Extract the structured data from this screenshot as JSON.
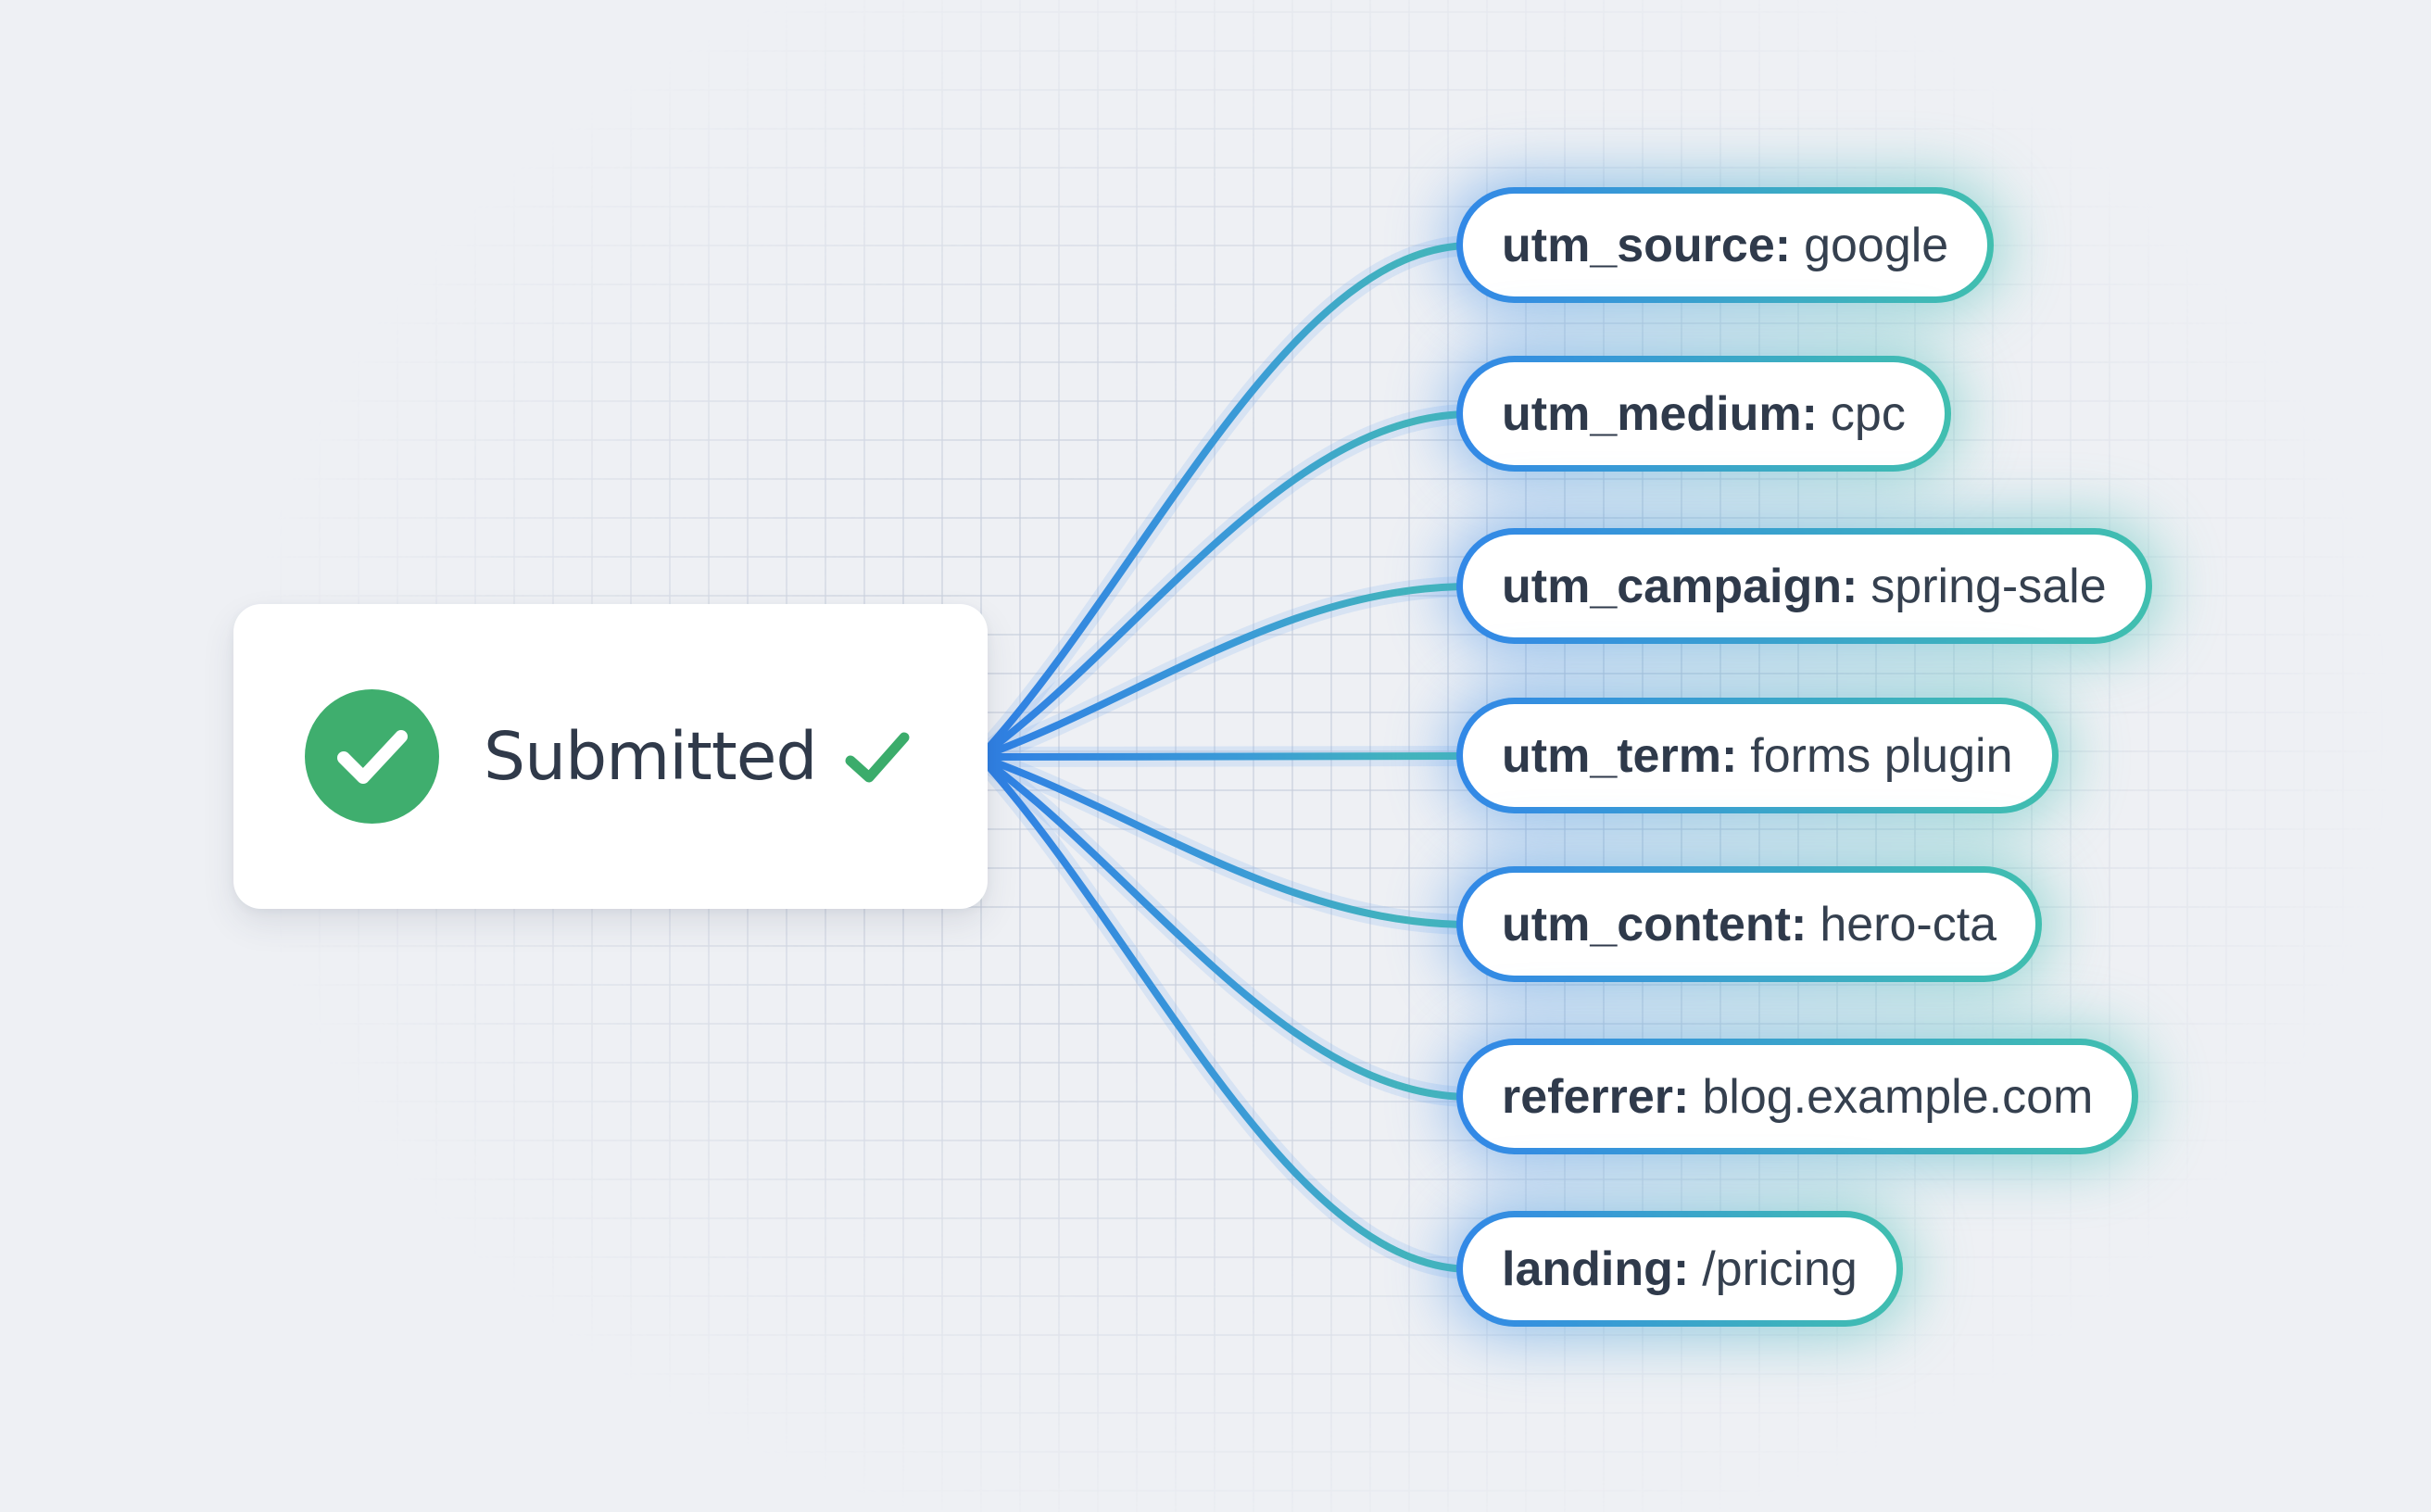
{
  "status_card": {
    "title": "Submitted",
    "status_icon": "check-circle-icon",
    "title_suffix_icon": "check-icon"
  },
  "pills": [
    {
      "label": "utm_source:",
      "value": "google"
    },
    {
      "label": "utm_medium:",
      "value": "cpc"
    },
    {
      "label": "utm_campaign:",
      "value": "spring-sale"
    },
    {
      "label": "utm_term:",
      "value": "forms plugin"
    },
    {
      "label": "utm_content:",
      "value": "hero-cta"
    },
    {
      "label": "referrer:",
      "value": "blog.example.com"
    },
    {
      "label": "landing:",
      "value": "/pricing"
    }
  ],
  "colors": {
    "background": "#EEF0F4",
    "grid_line": "#C6CDDB",
    "card_background": "#FFFFFF",
    "title_text": "#303A4A",
    "pill_text": "#2F3A4B",
    "success_green": "#3FAE6E",
    "connector_blue": "#2F7FE4",
    "connector_teal": "#45BEB1",
    "pill_border_blue": "#2E86E6",
    "pill_border_teal": "#3FBFAD",
    "glow_blue": "#7FB0F0"
  }
}
